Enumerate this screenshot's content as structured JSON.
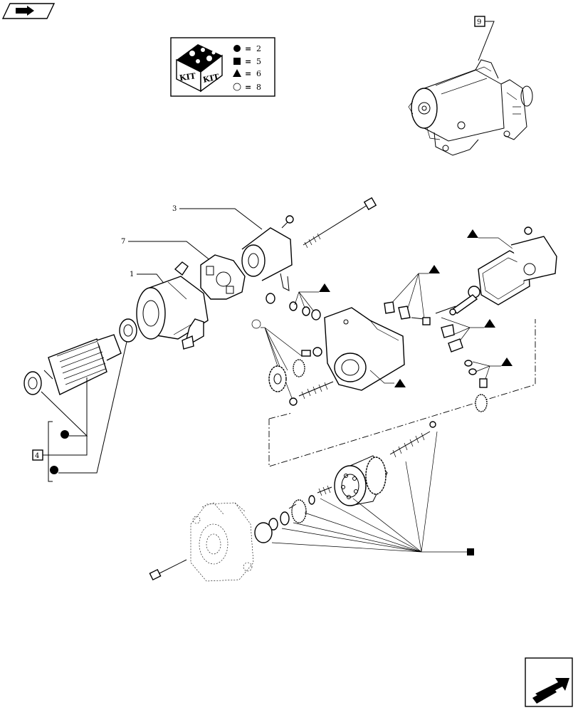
{
  "kit_legend": {
    "title_left": "KIT",
    "title_right": "KIT",
    "rows": [
      {
        "symbol": "circle-filled",
        "value": "2"
      },
      {
        "symbol": "square-filled",
        "value": "5"
      },
      {
        "symbol": "triangle-filled",
        "value": "6"
      },
      {
        "symbol": "circle-open",
        "value": "8"
      }
    ],
    "equals": "="
  },
  "callouts": {
    "ref_3": "3",
    "ref_7": "7",
    "ref_1": "1",
    "ref_4": "4",
    "ref_9": "9"
  },
  "icons": {
    "top_left": "book-arrow-icon",
    "bottom_right": "next-page-arrow-icon"
  }
}
